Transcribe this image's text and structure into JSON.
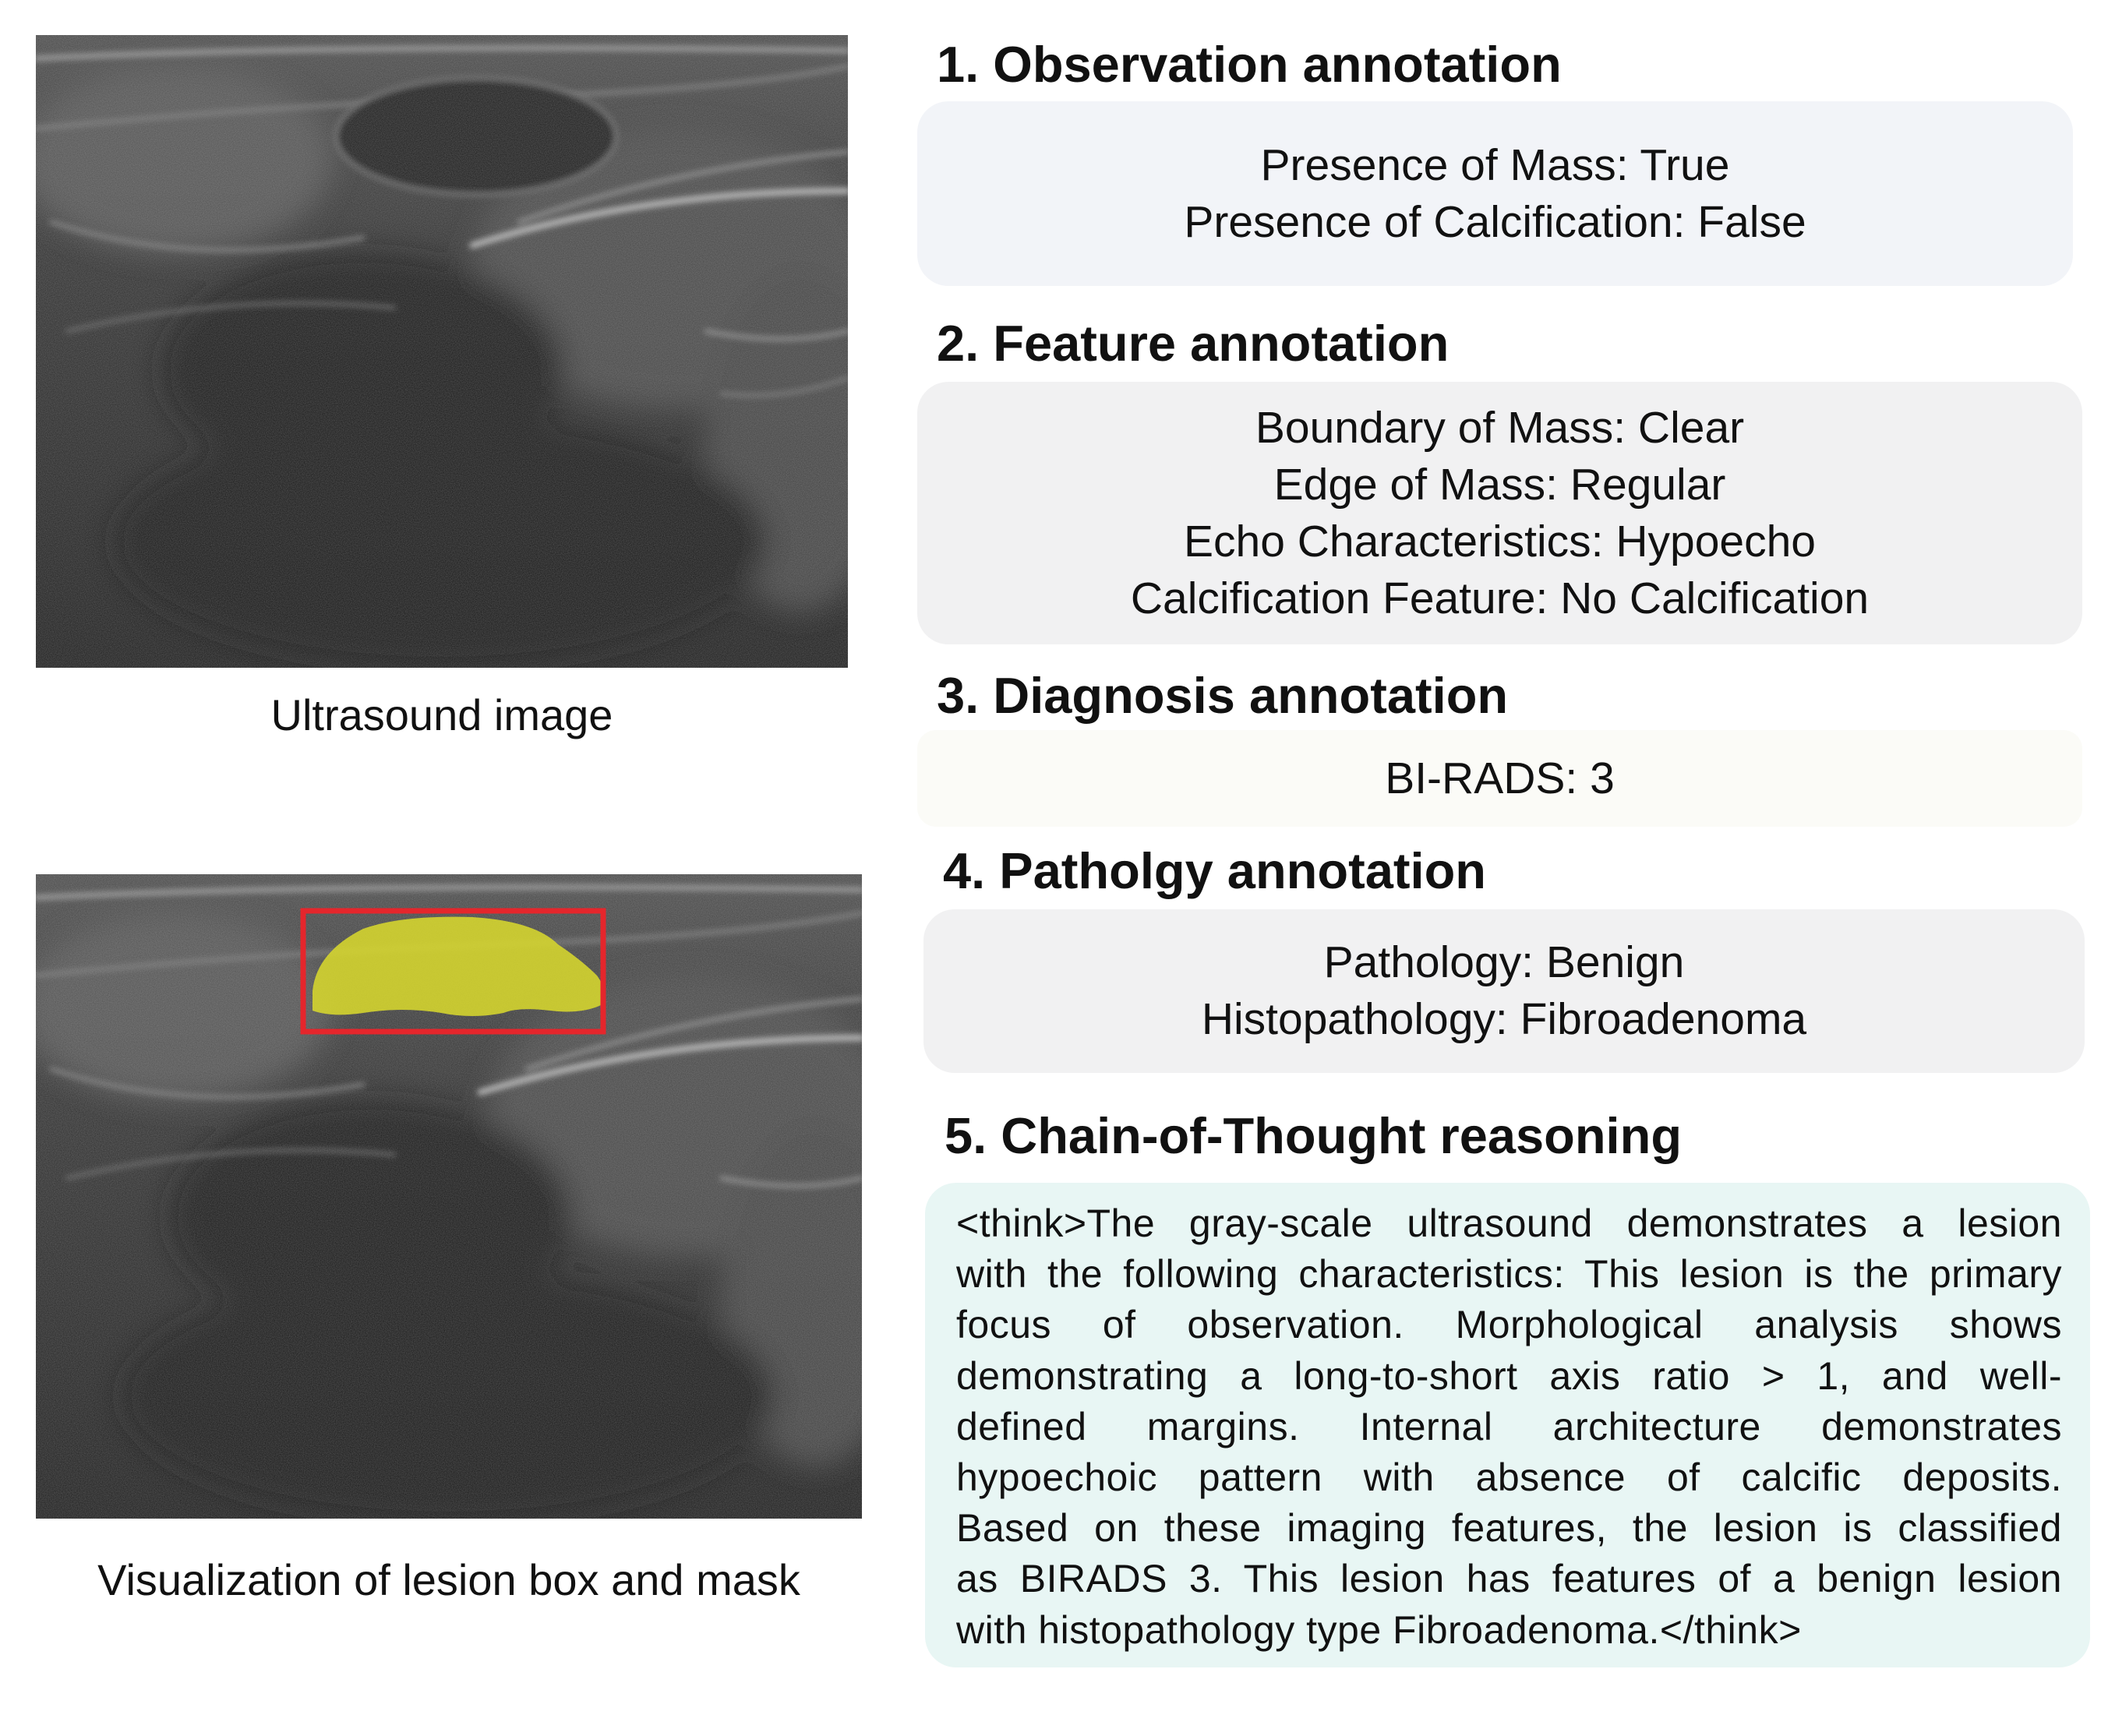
{
  "images": {
    "top_caption": "Ultrasound image",
    "bottom_caption": "Visualization of lesion box and mask",
    "colors": {
      "box": "#e5262c",
      "mask": "#d7d72e"
    }
  },
  "sections": [
    {
      "title": "1. Observation annotation",
      "lines": [
        "Presence of Mass: True",
        "Presence of Calcification: False"
      ]
    },
    {
      "title": "2. Feature annotation",
      "lines": [
        "Boundary of Mass: Clear",
        "Edge of Mass: Regular",
        "Echo Characteristics: Hypoecho",
        "Calcification Feature: No Calcification"
      ]
    },
    {
      "title": "3. Diagnosis annotation",
      "lines": [
        "BI-RADS: 3"
      ]
    },
    {
      "title": "4. Patholgy annotation",
      "lines": [
        "Pathology: Benign",
        "Histopathology: Fibroadenoma"
      ]
    },
    {
      "title": "5. Chain-of-Thought reasoning",
      "lines": [
        "<think>The gray-scale ultrasound demonstrates a lesion",
        "with the following characteristics: This lesion is the primary",
        "focus of observation. Morphological analysis shows",
        "demonstrating a long-to-short axis ratio > 1, and well-",
        "defined margins. Internal architecture demonstrates",
        "hypoechoic pattern with absence of calcific deposits.",
        "Based on these imaging features, the lesion is classified",
        "as BIRADS 3. This lesion has features of a benign lesion",
        "with histopathology type Fibroadenoma.</think>"
      ]
    }
  ]
}
